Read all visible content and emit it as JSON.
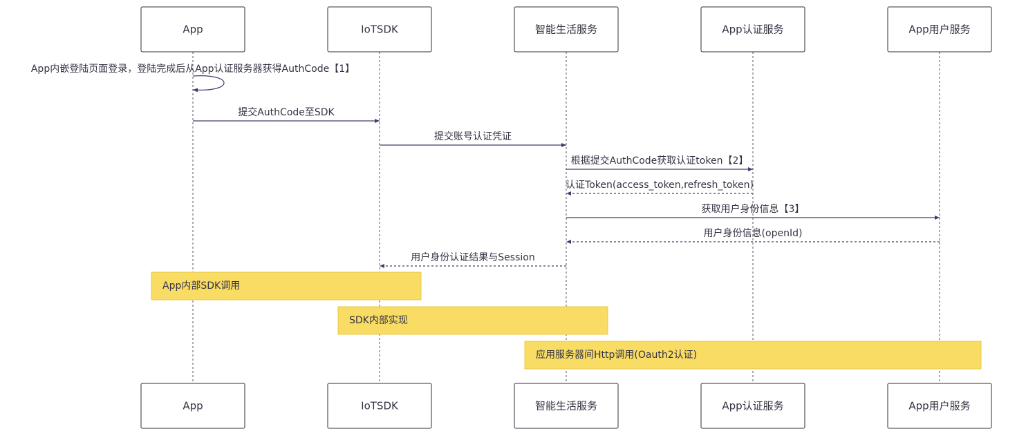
{
  "actors": [
    {
      "id": "app",
      "label": "App"
    },
    {
      "id": "iotsdk",
      "label": "IoTSDK"
    },
    {
      "id": "smartlife",
      "label": "智能生活服务"
    },
    {
      "id": "appauth",
      "label": "App认证服务"
    },
    {
      "id": "appuser",
      "label": "App用户服务"
    }
  ],
  "messages": [
    {
      "from": "app",
      "to": "app",
      "label": "App内嵌登陆页面登录，登陆完成后从App认证服务器获得AuthCode【1】",
      "style": "solid"
    },
    {
      "from": "app",
      "to": "iotsdk",
      "label": "提交AuthCode至SDK",
      "style": "solid"
    },
    {
      "from": "iotsdk",
      "to": "smartlife",
      "label": "提交账号认证凭证",
      "style": "solid"
    },
    {
      "from": "smartlife",
      "to": "appauth",
      "label": "根据提交AuthCode获取认证token【2】",
      "style": "solid"
    },
    {
      "from": "appauth",
      "to": "smartlife",
      "label": "认证Token(access_token,refresh_token)",
      "style": "dashed"
    },
    {
      "from": "smartlife",
      "to": "appuser",
      "label": "获取用户身份信息【3】",
      "style": "solid"
    },
    {
      "from": "appuser",
      "to": "smartlife",
      "label": "用户身份信息(openId)",
      "style": "dashed"
    },
    {
      "from": "smartlife",
      "to": "iotsdk",
      "label": "用户身份认证结果与Session",
      "style": "dashed"
    }
  ],
  "notes": [
    {
      "label": "App内部SDK调用",
      "over": [
        "app",
        "iotsdk"
      ]
    },
    {
      "label": "SDK内部实现",
      "over": [
        "iotsdk",
        "smartlife"
      ]
    },
    {
      "label": "应用服务器间Http调用(Oauth2认证)",
      "over": [
        "smartlife",
        "appuser"
      ]
    }
  ],
  "colors": {
    "note_fill": "#f9dc64",
    "line": "#3a3f6e"
  }
}
